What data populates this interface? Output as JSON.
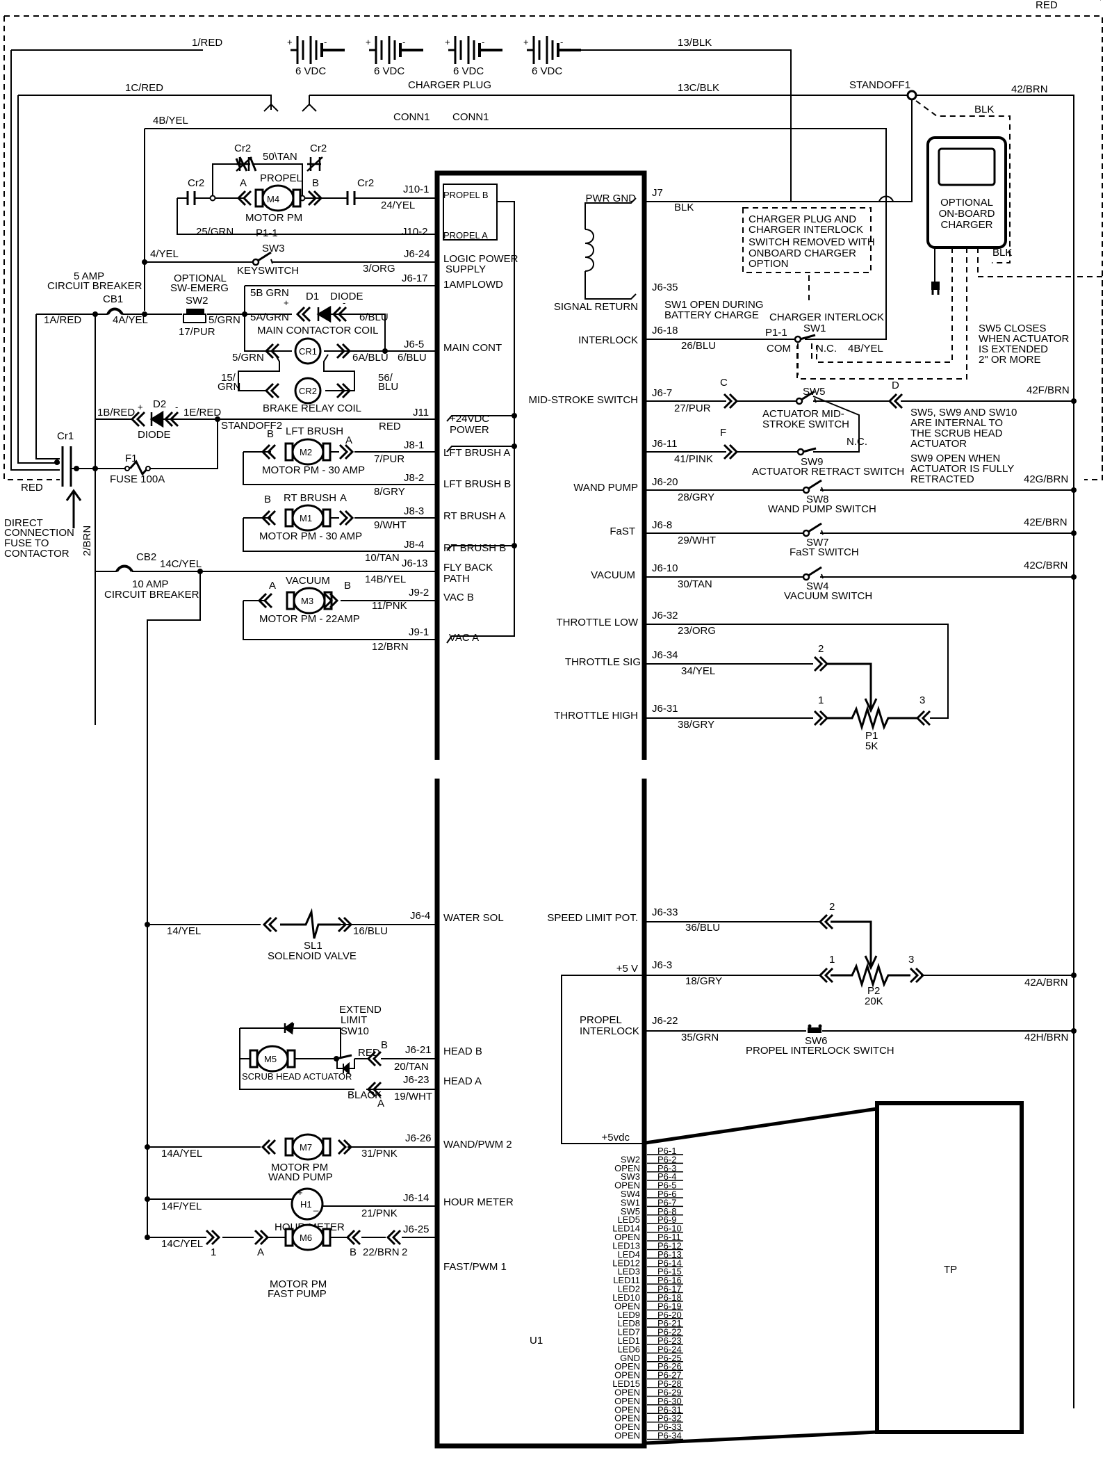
{
  "title_labels": {
    "top_red": "RED",
    "left_red": "RED",
    "direct_connection": [
      "DIRECT",
      "CONNECTION",
      "FUSE TO",
      "CONTACTOR"
    ]
  },
  "battery": {
    "cells": [
      "6 VDC",
      "6 VDC",
      "6 VDC",
      "6 VDC"
    ],
    "plus": "+",
    "minus": "-",
    "wire_pos": "1/RED",
    "wire_neg": "13/BLK"
  },
  "charger_plug": {
    "label": "CHARGER PLUG",
    "wire_pos": "1C/RED",
    "wire_neg": "13C/BLK",
    "conn_left": "CONN1",
    "conn_right": "CONN1"
  },
  "standoff1": "STANDOFF1",
  "standoff2": "STANDOFF2",
  "wire_42": "42/BRN",
  "wire_4b": "4B/YEL",
  "charger": {
    "title": [
      "OPTIONAL",
      "ON-BOARD",
      "CHARGER"
    ],
    "blk_top": "BLK",
    "blk_side": "BLK",
    "note": [
      "CHARGER PLUG AND",
      "CHARGER INTERLOCK",
      "SWITCH REMOVED WITH",
      "ONBOARD CHARGER",
      "OPTION"
    ]
  },
  "propel": {
    "cr2_labels": [
      "Cr2",
      "Cr2",
      "Cr2",
      "Cr2"
    ],
    "bypass_wire": "50\\TAN",
    "motor_name": "PROPEL",
    "motor_id": "M4",
    "motor_desc": "MOTOR PM",
    "a": "A",
    "b": "B",
    "wire_b": "24/YEL",
    "wire_a": "25/GRN",
    "p1": "P1-1",
    "pin_b": "J10-1",
    "pin_a": "J10-2"
  },
  "keyswitch": {
    "wire_in": "4/YEL",
    "id": "SW3",
    "label": "KEYSWITCH",
    "wire_out": "3/ORG",
    "pin": "J6-24"
  },
  "cb1": {
    "title": [
      "5 AMP",
      "CIRCUIT BREAKER"
    ],
    "id": "CB1",
    "wire_in": "1A/RED",
    "wire_out": "4A/YEL"
  },
  "sw2": {
    "title": [
      "OPTIONAL",
      "SW-EMERG"
    ],
    "id": "SW2",
    "wire_out": "5/GRN",
    "wire_bottom": "17/PUR",
    "pin": "J6-17"
  },
  "main_contactor": {
    "wire_5b": "5B GRN",
    "d1": "D1",
    "diode": "DIODE",
    "wire_5a": "5A/GRN",
    "wire_6": "6/BLU",
    "coil_label": "MAIN CONTACTOR COIL",
    "cr1": "CR1",
    "wire_5": "5/GRN",
    "wire_6a": "6A/BLU",
    "wire_6b": "6/BLU",
    "pin": "J6-5"
  },
  "brake_relay": {
    "wire_15": [
      "15/",
      "GRN"
    ],
    "wire_56": [
      "56/",
      "BLU"
    ],
    "cr2": "CR2",
    "label": "BRAKE RELAY COIL"
  },
  "d2": {
    "wire_in": "1B/RED",
    "id": "D2",
    "wire_out": "1E/RED",
    "label": "DIODE",
    "pin": "J11",
    "wire_red": "RED"
  },
  "cr1_contact": "Cr1",
  "fuse": {
    "id": "F1",
    "label": "FUSE 100A"
  },
  "wire_2brn": "2/BRN",
  "lft_brush": {
    "title": "LFT BRUSH",
    "id": "M2",
    "desc": "MOTOR PM - 30 AMP",
    "a": "A",
    "b": "B",
    "wire_a": "7/PUR",
    "wire_b": "8/GRY",
    "pin_a": "J8-1",
    "pin_b": "J8-2"
  },
  "rt_brush": {
    "title": "RT BRUSH",
    "id": "M1",
    "desc": "MOTOR PM - 30 AMP",
    "a": "A",
    "b": "B",
    "wire_a": "9/WHT",
    "wire_b": "10/TAN",
    "pin_a": "J8-3",
    "pin_b": "J8-4"
  },
  "cb2": {
    "id": "CB2",
    "title": [
      "10 AMP",
      "CIRCUIT BREAKER"
    ],
    "wire": "14C/YEL",
    "wire_fly": "14B/YEL",
    "pin": "J6-13"
  },
  "vacuum_motor": {
    "title": "VACUUM",
    "id": "M3",
    "desc": "MOTOR PM - 22AMP",
    "a": "A",
    "b": "B",
    "wire_b": "11/PNK",
    "wire_a": "12/BRN",
    "pin_b": "J9-2",
    "pin_a": "J9-1"
  },
  "u1": {
    "name": "U1",
    "left_pins": [
      "PROPEL B",
      "PROPEL A",
      "LOGIC POWER",
      "SUPPLY",
      "1AMPLOWD",
      "MAIN CONT",
      "+24VDC",
      "POWER",
      "LFT BRUSH A",
      "LFT BRUSH B",
      "RT BRUSH A",
      "RT BRUSH B",
      "FLY BACK",
      "PATH",
      "VAC B",
      "VAC A",
      "WATER SOL",
      "HEAD B",
      "HEAD A",
      "WAND/PWM 2",
      "HOUR METER",
      "FAST/PWM 1"
    ],
    "right_pins": [
      "PWR GND",
      "SIGNAL RETURN",
      "INTERLOCK",
      "MID-STROKE SWITCH",
      "WAND PUMP",
      "FaST",
      "VACUUM",
      "THROTTLE LOW",
      "THROTTLE SIG",
      "THROTTLE HIGH",
      "SPEED LIMIT POT.",
      "+5 V",
      "PROPEL",
      "INTERLOCK",
      "+5vdc"
    ]
  },
  "pwr_gnd": {
    "pin": "J7",
    "wire": "BLK"
  },
  "signal_return": {
    "pin": "J6-35"
  },
  "interlock": {
    "pin": "J6-18",
    "wire": "26/BLU",
    "note": [
      "SW1 OPEN DURING",
      "BATTERY CHARGE"
    ],
    "title": "CHARGER INTERLOCK",
    "p1": "P1-1",
    "sw": "SW1",
    "com": "COM",
    "nc": "N.C.",
    "wire_4b": "4B/YEL"
  },
  "sw5_note": [
    "SW5 CLOSES",
    "WHEN ACTUATOR",
    "IS EXTENDED",
    "2\" OR MORE"
  ],
  "midstroke": {
    "pin": "J6-7",
    "wire": "27/PUR",
    "c": "C",
    "d": "D",
    "sw": "SW5",
    "label": [
      "ACTUATOR MID-",
      "STROKE SWITCH"
    ],
    "wire_r": "42F/BRN"
  },
  "internal_note": [
    "SW5, SW9 AND SW10",
    "ARE INTERNAL TO",
    "THE SCRUB HEAD",
    "ACTUATOR"
  ],
  "sw9_note": [
    "SW9 OPEN WHEN",
    "ACTUATOR IS FULLY",
    "RETRACTED"
  ],
  "retract": {
    "pin": "J6-11",
    "wire": "41/PINK",
    "f": "F",
    "nc": "N.C.",
    "sw": "SW9",
    "label": "ACTUATOR RETRACT SWITCH"
  },
  "wand_pump_sw": {
    "pin": "J6-20",
    "wire": "28/GRY",
    "sw": "SW8",
    "label": "WAND PUMP SWITCH",
    "wire_r": "42G/BRN"
  },
  "fast_sw": {
    "pin": "J6-8",
    "wire": "29/WHT",
    "sw": "SW7",
    "label": "FaST SWITCH",
    "wire_r": "42E/BRN"
  },
  "vacuum_sw": {
    "pin": "J6-10",
    "wire": "30/TAN",
    "sw": "SW4",
    "label": "VACUUM SWITCH",
    "wire_r": "42C/BRN"
  },
  "throttle": {
    "low_pin": "J6-32",
    "low_wire": "23/ORG",
    "sig_pin": "J6-34",
    "sig_wire": "34/YEL",
    "high_pin": "J6-31",
    "high_wire": "38/GRY",
    "n1": "1",
    "n2": "2",
    "n3": "3",
    "id": "P1",
    "value": "5K"
  },
  "speed_limit": {
    "pin": "J6-33",
    "wire": "36/BLU",
    "v_pin": "J6-3",
    "v_wire": "18/GRY",
    "n1": "1",
    "n2": "2",
    "n3": "3",
    "id": "P2",
    "value": "20K",
    "wire_r": "42A/BRN"
  },
  "propel_interlock": {
    "pin": "J6-22",
    "wire": "35/GRN",
    "sw": "SW6",
    "label": "PROPEL INTERLOCK SWITCH",
    "wire_r": "42H/BRN"
  },
  "water_sol": {
    "wire_l": "14/YEL",
    "id": "SL1",
    "label": "SOLENOID VALVE",
    "wire_r": "16/BLU",
    "pin": "J6-4"
  },
  "actuator": {
    "title": [
      "EXTEND",
      "LIMIT",
      "SW10"
    ],
    "id": "M5",
    "label": "SCRUB HEAD ACTUATOR",
    "red": "RED",
    "black": "BLACK",
    "b": "B",
    "a": "A",
    "pin_b": "J6-21",
    "wire_b": "20/TAN",
    "pin_a": "J6-23",
    "wire_a": "19/WHT"
  },
  "wand_motor": {
    "wire_l": "14A/YEL",
    "id": "M7",
    "desc": [
      "MOTOR PM",
      "WAND PUMP"
    ],
    "wire_r": "31/PNK",
    "pin": "J6-26"
  },
  "hour_meter": {
    "wire_l": "14F/YEL",
    "id": "H1",
    "plus": "+",
    "minus": "_",
    "label": "HOUR METER",
    "wire_r": "21/PNK",
    "pin": "J6-14"
  },
  "fast_motor": {
    "wire_l": "14C/YEL",
    "n1": "1",
    "a": "A",
    "id": "M6",
    "desc": [
      "MOTOR PM",
      "FAST PUMP"
    ],
    "b": "B",
    "wire_r": "22/BRN",
    "n2": "2",
    "pin": "J6-25"
  },
  "p6": {
    "labels": [
      "",
      "SW2",
      "OPEN",
      "SW3",
      "OPEN",
      "SW4",
      "SW1",
      "SW5",
      "LED5",
      "LED14",
      "OPEN",
      "LED13",
      "LED4",
      "LED12",
      "LED3",
      "LED11",
      "LED2",
      "LED10",
      "OPEN",
      "LED9",
      "LED8",
      "LED7",
      "LED1",
      "LED6",
      "GND",
      "OPEN",
      "OPEN",
      "LED15",
      "OPEN",
      "OPEN",
      "OPEN",
      "OPEN",
      "OPEN",
      "OPEN"
    ],
    "pins": [
      "P6-1",
      "P6-2",
      "P6-3",
      "P6-4",
      "P6-5",
      "P6-6",
      "P6-7",
      "P6-8",
      "P6-9",
      "P6-10",
      "P6-11",
      "P6-12",
      "P6-13",
      "P6-14",
      "P6-15",
      "P6-16",
      "P6-17",
      "P6-18",
      "P6-19",
      "P6-20",
      "P6-21",
      "P6-22",
      "P6-23",
      "P6-24",
      "P6-25",
      "P6-26",
      "P6-27",
      "P6-28",
      "P6-29",
      "P6-30",
      "P6-31",
      "P6-32",
      "P6-33",
      "P6-34"
    ]
  },
  "tp": "TP"
}
